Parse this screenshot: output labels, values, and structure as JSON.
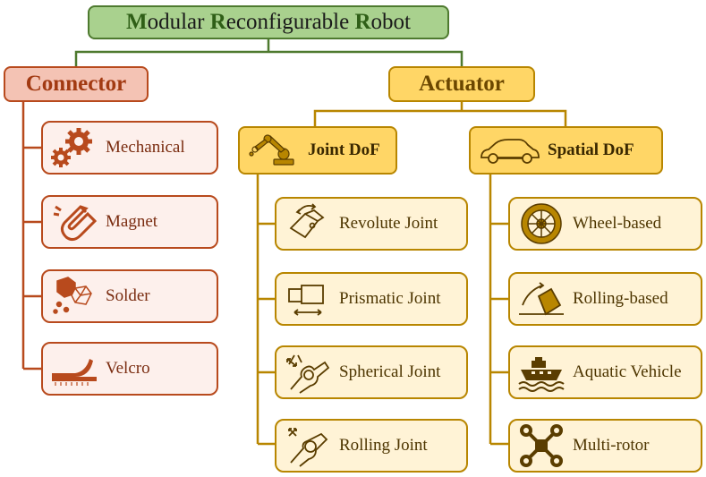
{
  "root": {
    "parts": [
      {
        "initial": "M",
        "rest": "odular "
      },
      {
        "initial": "R",
        "rest": "econfigurable "
      },
      {
        "initial": "R",
        "rest": "obot"
      }
    ]
  },
  "connector": {
    "label": "Connector",
    "items": [
      {
        "label": "Mechanical",
        "icon": "gears-icon"
      },
      {
        "label": "Magnet",
        "icon": "magnet-icon"
      },
      {
        "label": "Solder",
        "icon": "solder-icon"
      },
      {
        "label": "Velcro",
        "icon": "velcro-icon"
      }
    ]
  },
  "actuator": {
    "label": "Actuator",
    "joint_dof": {
      "label": "Joint DoF",
      "icon": "robot-arm-icon",
      "items": [
        {
          "label": "Revolute Joint",
          "icon": "revolute-joint-icon"
        },
        {
          "label": "Prismatic Joint",
          "icon": "prismatic-joint-icon"
        },
        {
          "label": "Spherical Joint",
          "icon": "spherical-joint-icon"
        },
        {
          "label": "Rolling Joint",
          "icon": "rolling-joint-icon"
        }
      ]
    },
    "spatial_dof": {
      "label": "Spatial DoF",
      "icon": "car-icon",
      "items": [
        {
          "label": "Wheel-based",
          "icon": "wheel-icon"
        },
        {
          "label": "Rolling-based",
          "icon": "rolling-cube-icon"
        },
        {
          "label": "Aquatic Vehicle",
          "icon": "boat-icon"
        },
        {
          "label": "Multi-rotor",
          "icon": "drone-icon"
        }
      ]
    }
  },
  "colors": {
    "root_fill": "#a9d18e",
    "root_border": "#4e7a2f",
    "connector_border": "#b84a1d",
    "connector_fill": "#f4c3b4",
    "actuator_border": "#b88600",
    "actuator_fill": "#ffd666"
  }
}
